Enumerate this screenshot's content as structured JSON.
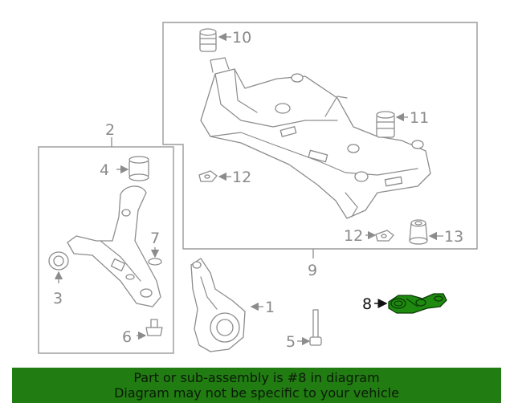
{
  "diagram": {
    "callouts": {
      "c1": "1",
      "c2": "2",
      "c3": "3",
      "c4": "4",
      "c5": "5",
      "c6": "6",
      "c7": "7",
      "c8": "8",
      "c9": "9",
      "c10": "10",
      "c11": "11",
      "c12a": "12",
      "c12b": "12",
      "c13": "13"
    },
    "highlight_color": "#1f8a10"
  },
  "banner": {
    "line1": "Part or sub-assembly is #8 in diagram",
    "line2": "Diagram may not be specific to your vehicle",
    "background": "#217c12"
  }
}
